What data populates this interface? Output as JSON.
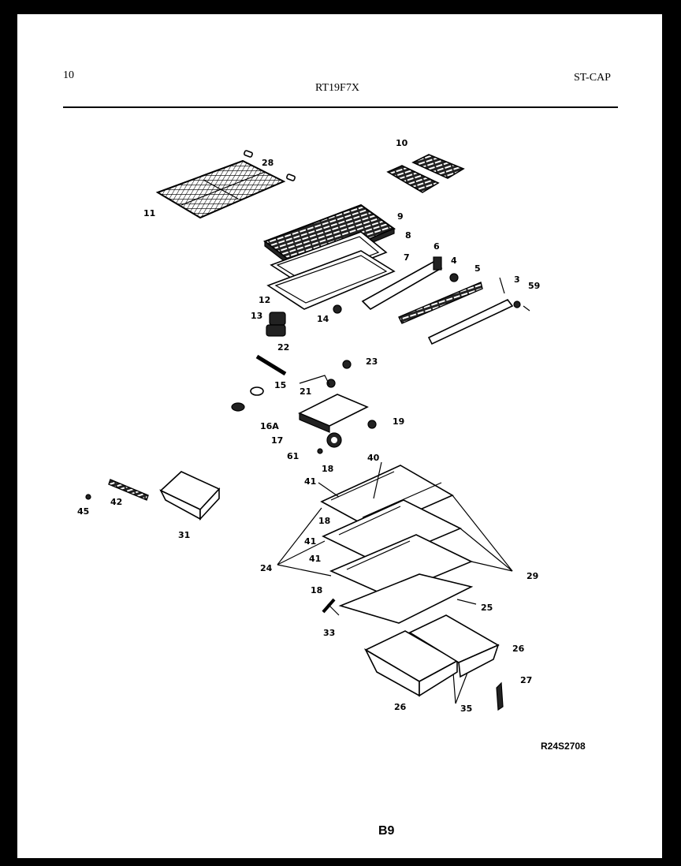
{
  "header": {
    "page_number": "10",
    "model": "RT19F7X",
    "section_code": "ST-CAP"
  },
  "diagram": {
    "callouts": [
      "28",
      "10",
      "11",
      "9",
      "8",
      "7",
      "6",
      "4",
      "5",
      "3",
      "59",
      "12",
      "13",
      "14",
      "22",
      "23",
      "15",
      "21",
      "16A",
      "17",
      "19",
      "61",
      "18",
      "40",
      "41",
      "42",
      "45",
      "31",
      "24",
      "29",
      "25",
      "33",
      "26",
      "27",
      "35"
    ],
    "drawing_code": "R24S2708",
    "footer_code": "B9"
  }
}
